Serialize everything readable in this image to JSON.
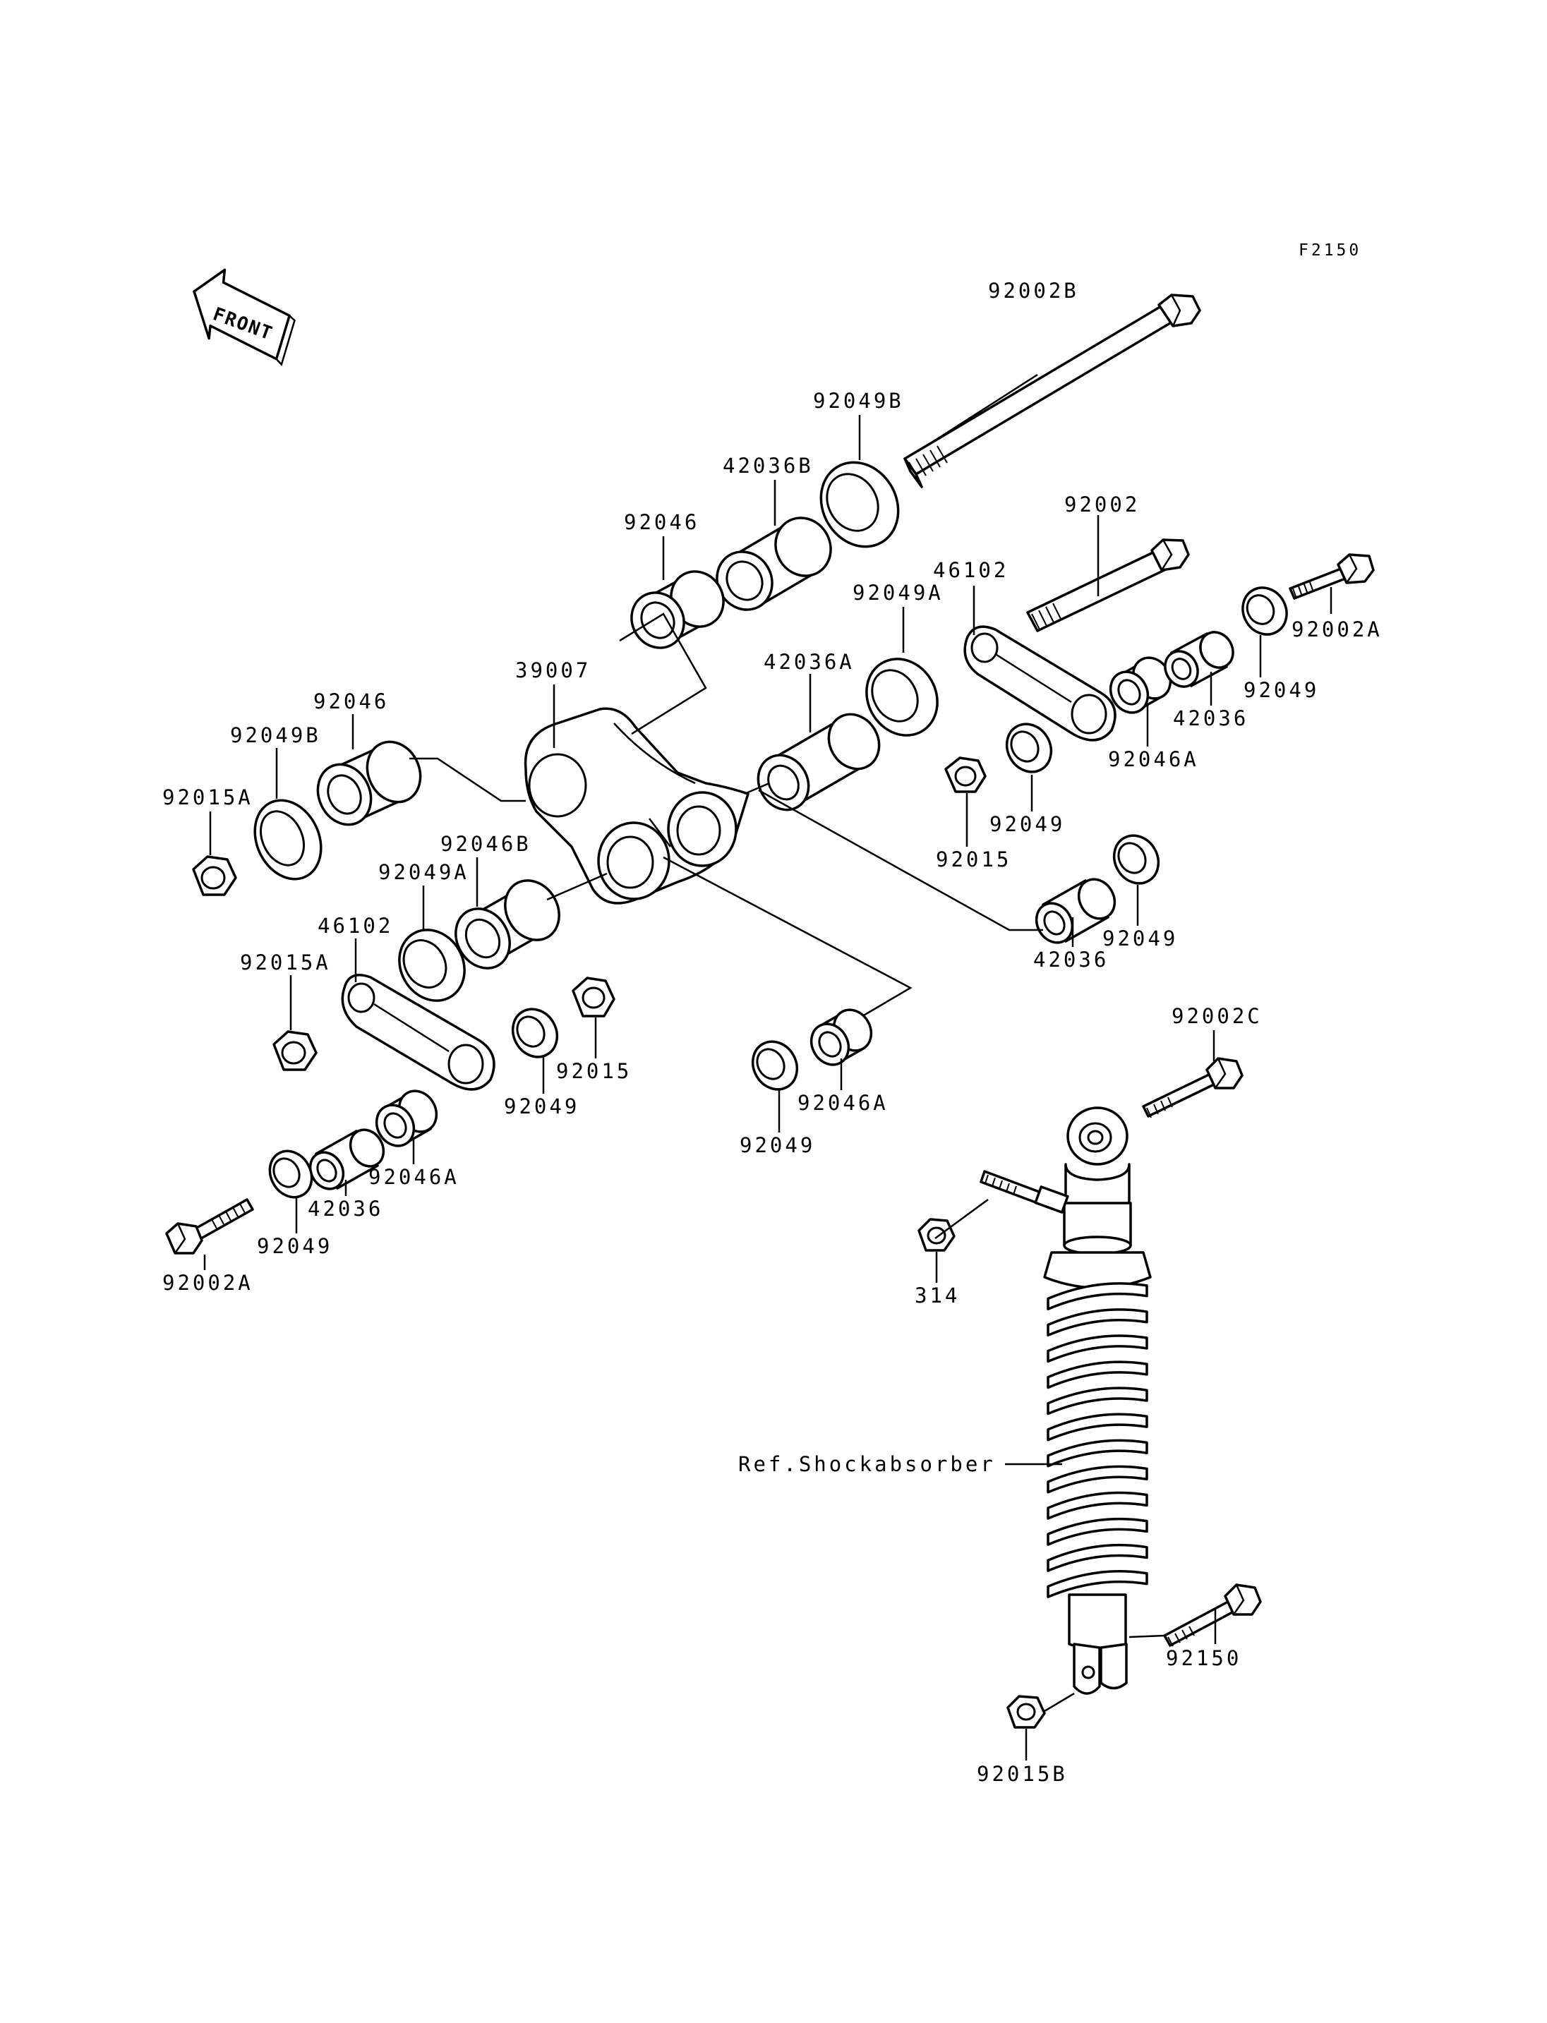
{
  "figure_code": "F2150",
  "front_arrow": {
    "label": "FRONT",
    "icon": "front-direction-arrow-icon"
  },
  "callouts": {
    "c_92002B": "92002B",
    "c_92049B_top": "92049B",
    "c_42036B": "42036B",
    "c_92046_top": "92046",
    "c_92002": "92002",
    "c_46102_right": "46102",
    "c_92049A_right": "92049A",
    "c_92002A_right": "92002A",
    "c_42036A": "42036A",
    "c_39007": "39007",
    "c_92046_left": "92046",
    "c_92049B_left": "92049B",
    "c_92015A_upper": "92015A",
    "c_92049_far_right": "92049",
    "c_42036_right": "42036",
    "c_92046A_right": "92046A",
    "c_92015_right": "92015",
    "c_92049_right_mid": "92049",
    "c_92046B": "92046B",
    "c_92049A_left": "92049A",
    "c_46102_left": "46102",
    "c_92015A_lower": "92015A",
    "c_92049_lower_right": "92049",
    "c_42036_lower_right": "42036",
    "c_92015_center": "92015",
    "c_92049_center": "92049",
    "c_92046A_center": "92046A",
    "c_92049_center2": "92049",
    "c_92002C": "92002C",
    "c_92046A_lower": "92046A",
    "c_42036_lower": "42036",
    "c_92049_lower": "92049",
    "c_92002A_lower": "92002A",
    "c_314": "314",
    "c_ref_shock": "Ref.Shockabsorber",
    "c_92150": "92150",
    "c_92015B": "92015B"
  }
}
